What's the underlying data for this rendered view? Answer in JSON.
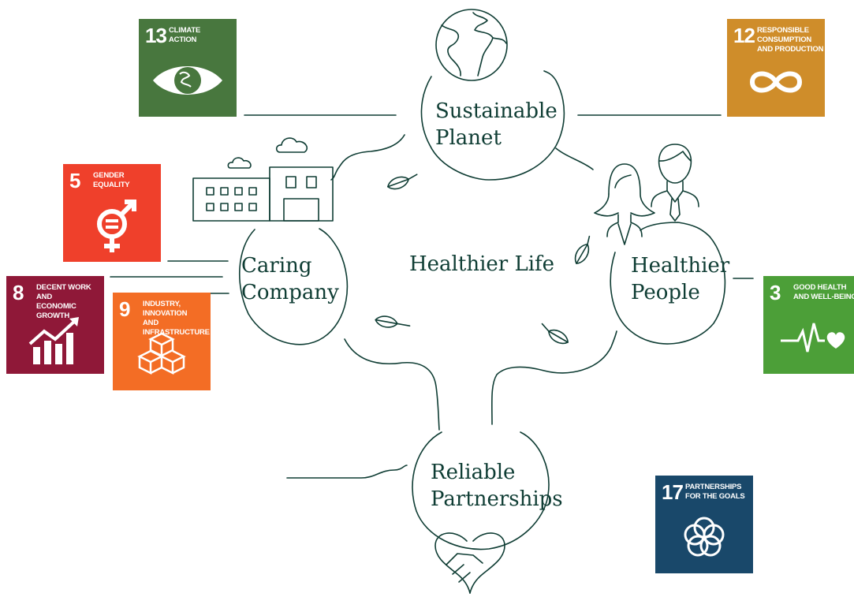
{
  "diagram": {
    "center_label": "Healthier Life",
    "pillars": [
      {
        "id": "sustainable-planet",
        "label": "Sustainable\nPlanet"
      },
      {
        "id": "caring-company",
        "label": "Caring\nCompany"
      },
      {
        "id": "healthier-people",
        "label": "Healthier\nPeople"
      },
      {
        "id": "reliable-partnerships",
        "label": "Reliable\nPartnerships"
      }
    ],
    "line_color": "#0f3d34"
  },
  "sdg_goals": [
    {
      "number": "13",
      "title": "CLIMATE\nACTION",
      "color": "#48773e",
      "icon": "eye-earth-icon"
    },
    {
      "number": "12",
      "title": "RESPONSIBLE\nCONSUMPTION\nAND PRODUCTION",
      "color": "#cf8d2a",
      "icon": "infinity-icon"
    },
    {
      "number": "5",
      "title": "GENDER\nEQUALITY",
      "color": "#ef402b",
      "icon": "gender-equality-icon"
    },
    {
      "number": "8",
      "title": "DECENT WORK AND\nECONOMIC GROWTH",
      "color": "#8f1838",
      "icon": "growth-chart-icon"
    },
    {
      "number": "9",
      "title": "INDUSTRY, INNOVATION\nAND INFRASTRUCTURE",
      "color": "#f36d25",
      "icon": "cubes-icon"
    },
    {
      "number": "3",
      "title": "GOOD HEALTH\nAND WELL-BEING",
      "color": "#4c9f38",
      "icon": "heartbeat-icon"
    },
    {
      "number": "17",
      "title": "PARTNERSHIPS\nFOR THE GOALS",
      "color": "#19486a",
      "icon": "rings-icon"
    }
  ]
}
